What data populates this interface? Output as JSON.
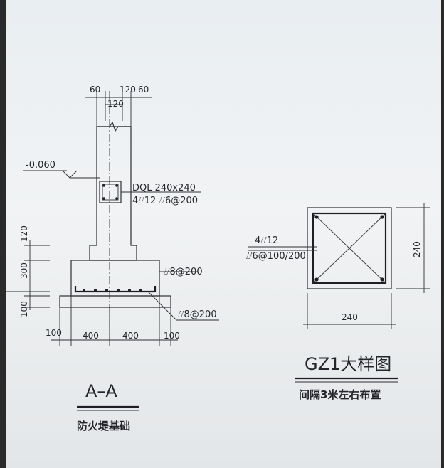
{
  "section_aa": {
    "top_dims": [
      "60",
      "120",
      "60",
      "120"
    ],
    "level": "-0.060",
    "dql_title": "DQL  240x240",
    "dql_rebar": "4⌰12   ⌰6@200",
    "hatch_rebar_upper": "⌰8@200",
    "hatch_rebar_lower": "⌰8@200",
    "left_dims": [
      "120",
      "300",
      "100"
    ],
    "bottom_dims": [
      "100",
      "400",
      "400",
      "100"
    ],
    "title": "A–A",
    "subtitle": "防火堤基础"
  },
  "gz1": {
    "rebar_main": "4⌰12",
    "rebar_stirrup": "⌰6@100/200",
    "dim_width": "240",
    "dim_height": "240",
    "title": "GZ1大样图",
    "subtitle": "间隔3米左右布置"
  }
}
